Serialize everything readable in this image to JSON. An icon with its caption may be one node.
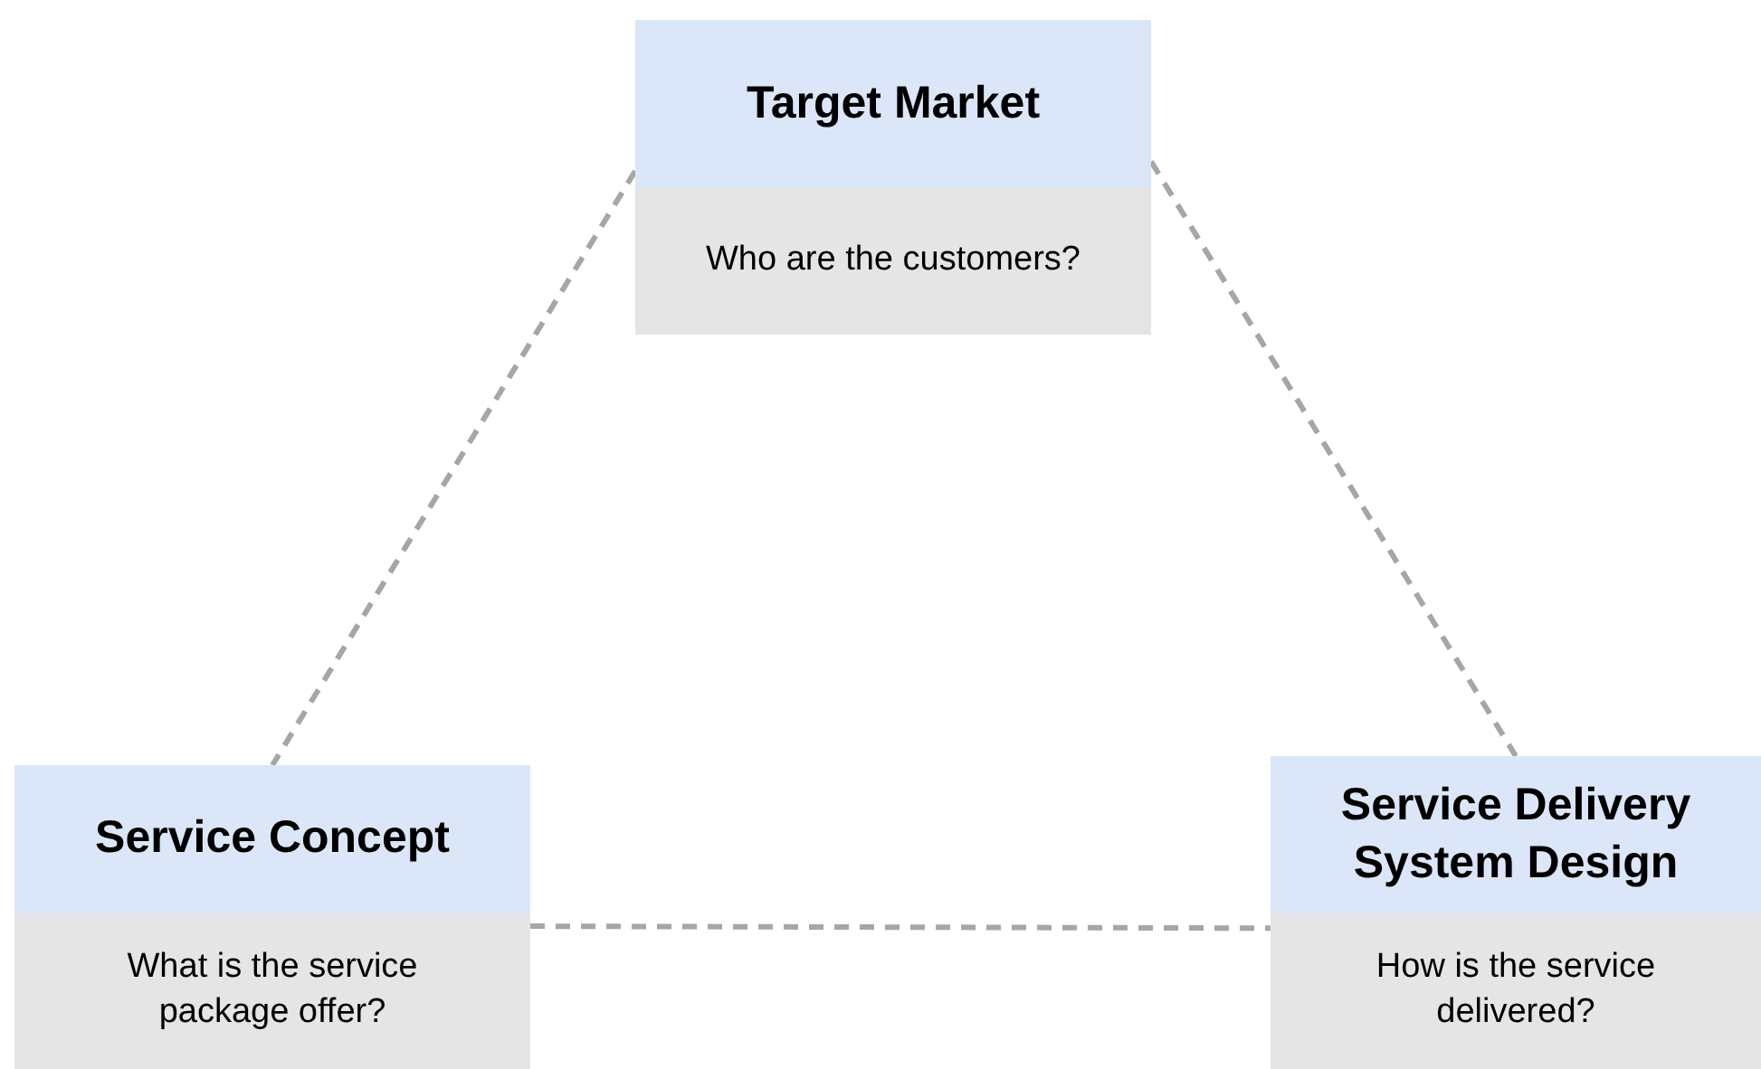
{
  "diagram": {
    "nodes": [
      {
        "text": [
          "Target Market",
          "Who are the customers?"
        ]
      },
      {
        "text": [
          "Service Concept",
          "What is the service package offer?"
        ]
      },
      {
        "text": [
          "Service Delivery System Design",
          "How is the service delivered?"
        ]
      }
    ],
    "edges": [
      {
        "from": 0,
        "to": 1,
        "arrow": "none",
        "style": "dashed"
      },
      {
        "from": 0,
        "to": 2,
        "arrow": "none",
        "style": "dashed"
      },
      {
        "from": 1,
        "to": 2,
        "arrow": "none",
        "style": "dashed"
      }
    ]
  }
}
